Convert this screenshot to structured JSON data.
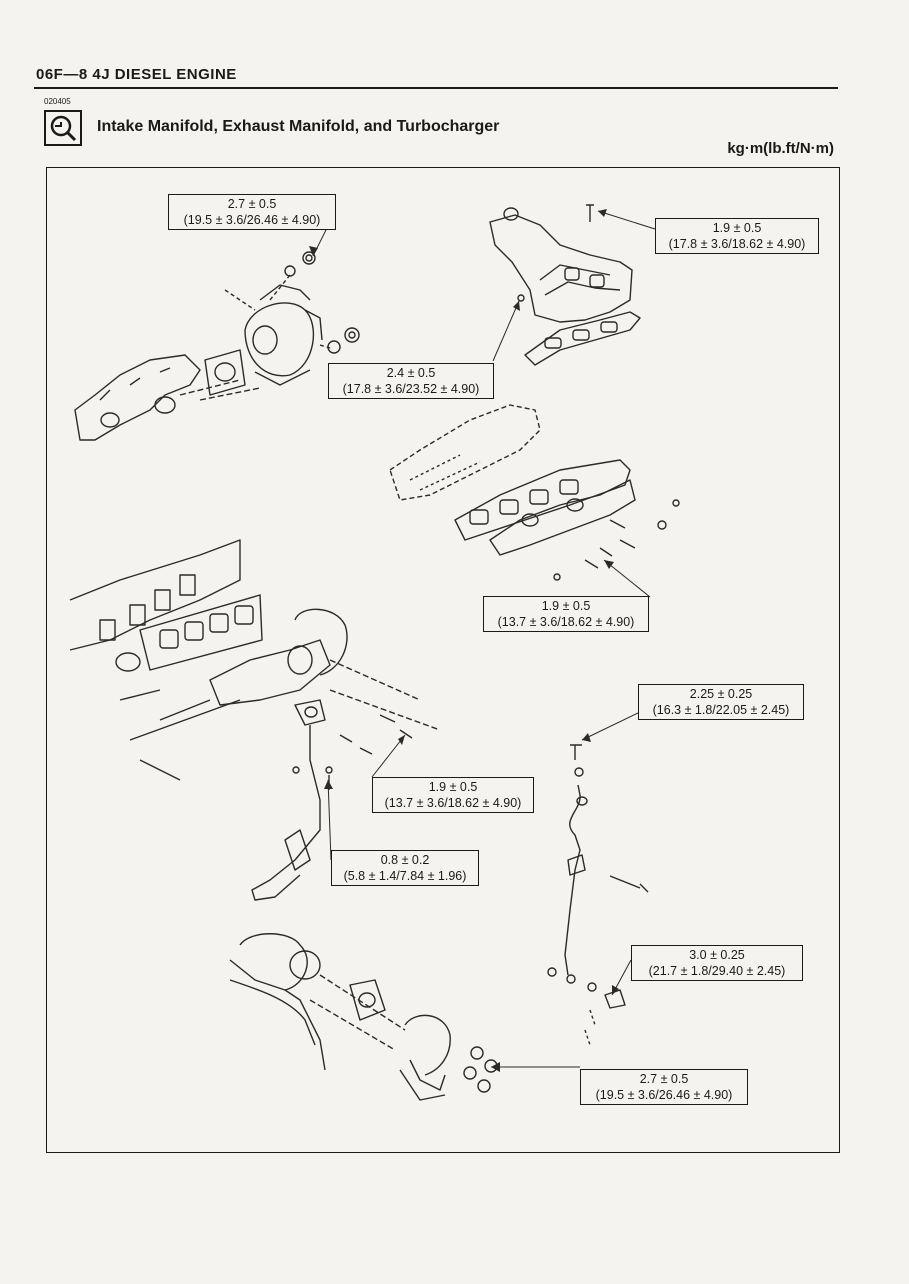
{
  "header": {
    "page_title": "06F—8  4J DIESEL ENGINE",
    "section_code": "020405",
    "section_title": "Intake Manifold, Exhaust Manifold, and Turbocharger",
    "units": "kg·m(lb.ft/N·m)",
    "icon": "inspection-wrench-icon"
  },
  "callouts": [
    {
      "id": "c1",
      "value": "2.7 ± 0.5",
      "conversion": "(19.5 ± 3.6/26.46 ± 4.90)"
    },
    {
      "id": "c2",
      "value": "1.9 ± 0.5",
      "conversion": "(17.8 ± 3.6/18.62 ± 4.90)"
    },
    {
      "id": "c3",
      "value": "2.4 ± 0.5",
      "conversion": "(17.8 ± 3.6/23.52 ± 4.90)"
    },
    {
      "id": "c4",
      "value": "1.9 ± 0.5",
      "conversion": "(13.7 ± 3.6/18.62 ± 4.90)"
    },
    {
      "id": "c5",
      "value": "2.25 ± 0.25",
      "conversion": "(16.3 ± 1.8/22.05 ± 2.45)"
    },
    {
      "id": "c6",
      "value": "1.9 ± 0.5",
      "conversion": "(13.7 ± 3.6/18.62 ± 4.90)"
    },
    {
      "id": "c7",
      "value": "0.8 ± 0.2",
      "conversion": "(5.8 ± 1.4/7.84 ± 1.96)"
    },
    {
      "id": "c8",
      "value": "3.0 ± 0.25",
      "conversion": "(21.7 ± 1.8/29.40 ± 2.45)"
    },
    {
      "id": "c9",
      "value": "2.7 ± 0.5",
      "conversion": "(19.5 ± 3.6/26.46 ± 4.90)"
    }
  ]
}
